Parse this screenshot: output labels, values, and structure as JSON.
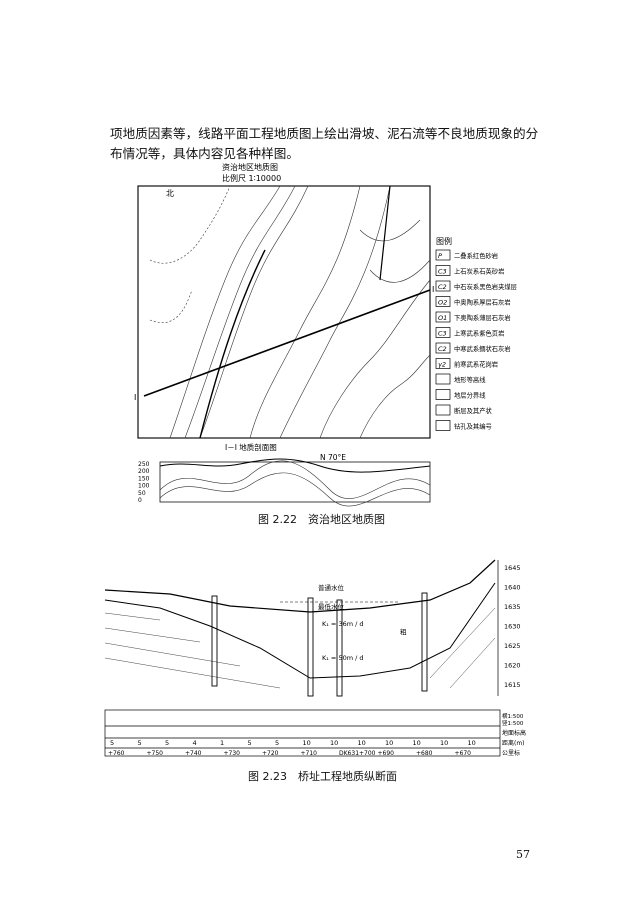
{
  "paragraph": "项地质因素等，线路平面工程地质图上绘出滑坡、泥石流等不良地质现象的分布情况等，具体内容见各种样图。",
  "figure1": {
    "map_title": "资治地区地质图",
    "scale": "比例尺 1∶10000",
    "north": "北",
    "legend_title": "图例",
    "legend": [
      {
        "symbol": "P",
        "label": "二叠系红色砂岩"
      },
      {
        "symbol": "C3",
        "label": "上石炭系石英砂岩"
      },
      {
        "symbol": "C2",
        "label": "中石炭系黑色岩夹煤层"
      },
      {
        "symbol": "O2",
        "label": "中奥陶系厚层石灰岩"
      },
      {
        "symbol": "O1",
        "label": "下奥陶系薄层石灰岩"
      },
      {
        "symbol": "C3",
        "label": "上寒武系紫色页岩"
      },
      {
        "symbol": "C2",
        "label": "中寒武系鲕状石灰岩"
      },
      {
        "symbol": "γ2",
        "label": "前寒武系花岗岩"
      },
      {
        "symbol": "",
        "label": "地形等高线"
      },
      {
        "symbol": "",
        "label": "地层分界线"
      },
      {
        "symbol": "",
        "label": "断层及其产状"
      },
      {
        "symbol": "",
        "label": "钻孔及其编号"
      }
    ],
    "section_title": "I－I 地质剖面图",
    "section_direction": "N 70°E",
    "section_y_ticks": [
      "250",
      "200",
      "150",
      "100",
      "50",
      "0"
    ],
    "section_mark_I": "I",
    "caption": "图 2.22　资治地区地质图"
  },
  "figure2": {
    "elevations": [
      "1645",
      "1640",
      "1635",
      "1630",
      "1625",
      "1620",
      "1615"
    ],
    "annotations": [
      "普通水位",
      "最低水位",
      "K₁ = 36m / d",
      "K₁ = 50m / d",
      "粗"
    ],
    "row_labels": [
      "地面标高",
      "距离(m)",
      "公里标"
    ],
    "scale_labels": [
      "横1:500",
      "竖1:500"
    ],
    "distances": [
      "5",
      "5",
      "5",
      "4",
      "1",
      "5",
      "5",
      "10",
      "10",
      "10",
      "10",
      "10",
      "10",
      "10"
    ],
    "kilometers": [
      "+760",
      "+750",
      "+740",
      "+730",
      "+720",
      "+710",
      "DK631+700",
      "+690",
      "+680",
      "+670"
    ],
    "caption": "图 2.23　桥址工程地质纵断面"
  },
  "page_number": "57"
}
